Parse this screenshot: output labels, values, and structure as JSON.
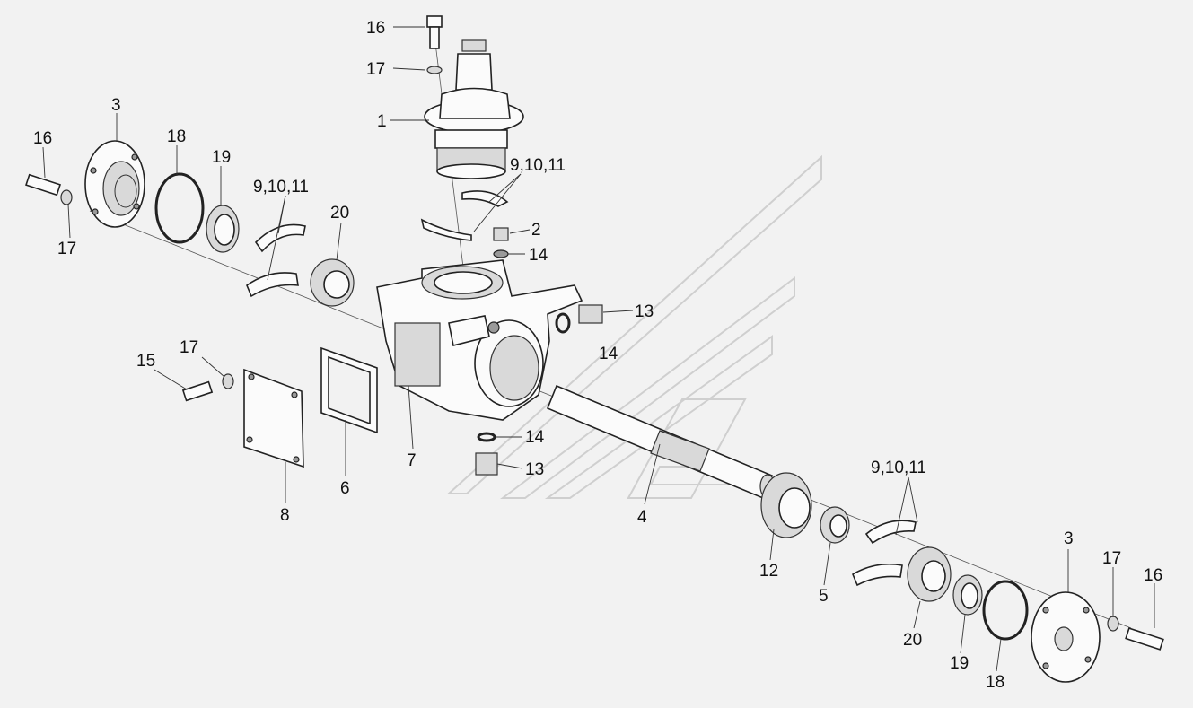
{
  "diagram": {
    "callouts": [
      {
        "id": "c16-top",
        "text": "16"
      },
      {
        "id": "c17-top",
        "text": "17"
      },
      {
        "id": "c1",
        "text": "1"
      },
      {
        "id": "c9-top",
        "text": "9,10,11"
      },
      {
        "id": "c2",
        "text": "2"
      },
      {
        "id": "c14-top",
        "text": "14"
      },
      {
        "id": "c13-top",
        "text": "13"
      },
      {
        "id": "c14-mid",
        "text": "14"
      },
      {
        "id": "c3-left",
        "text": "3"
      },
      {
        "id": "c16-left",
        "text": "16"
      },
      {
        "id": "c18-left",
        "text": "18"
      },
      {
        "id": "c19-left",
        "text": "19"
      },
      {
        "id": "c9-left",
        "text": "9,10,11"
      },
      {
        "id": "c20-left",
        "text": "20"
      },
      {
        "id": "c17-left",
        "text": "17"
      },
      {
        "id": "c17-mid",
        "text": "17"
      },
      {
        "id": "c15",
        "text": "15"
      },
      {
        "id": "c7",
        "text": "7"
      },
      {
        "id": "c6",
        "text": "6"
      },
      {
        "id": "c8",
        "text": "8"
      },
      {
        "id": "c14-low",
        "text": "14"
      },
      {
        "id": "c13-low",
        "text": "13"
      },
      {
        "id": "c4",
        "text": "4"
      },
      {
        "id": "c9-right",
        "text": "9,10,11"
      },
      {
        "id": "c3-right",
        "text": "3"
      },
      {
        "id": "c17-right",
        "text": "17"
      },
      {
        "id": "c16-right",
        "text": "16"
      },
      {
        "id": "c12",
        "text": "12"
      },
      {
        "id": "c5",
        "text": "5"
      },
      {
        "id": "c20-right",
        "text": "20"
      },
      {
        "id": "c19-right",
        "text": "19"
      },
      {
        "id": "c18-right",
        "text": "18"
      }
    ]
  }
}
